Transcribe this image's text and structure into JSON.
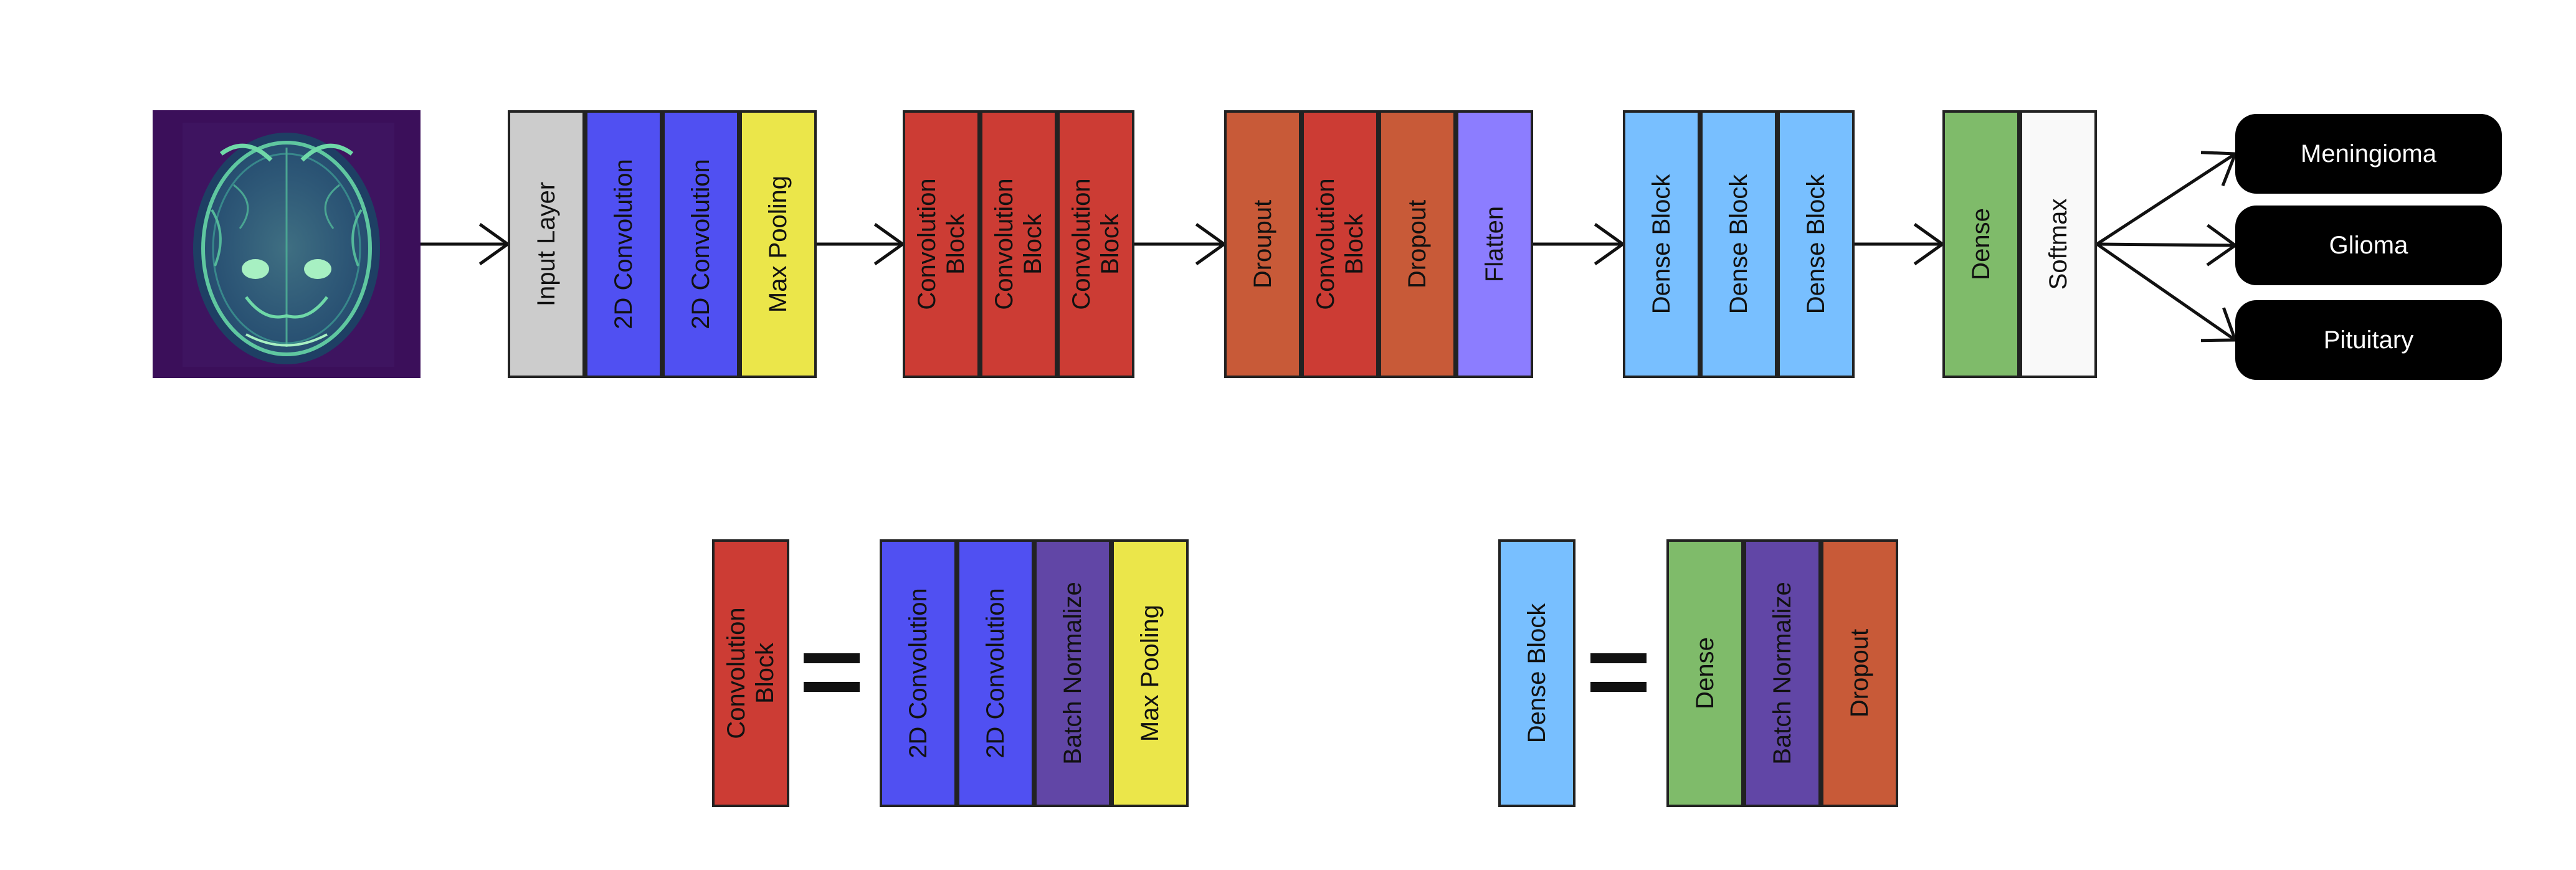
{
  "colors": {
    "input": "#cccccc",
    "conv2d": "#5050f2",
    "maxpool": "#ebe64a",
    "convblock": "#cc3c34",
    "dropout": "#c85a38",
    "flatten": "#8c7dff",
    "denseblock": "#78bfff",
    "dense": "#7fbb6a",
    "softmax": "#f9f9f9",
    "batchnorm": "#6146a6",
    "output_bg": "#000000",
    "mri_bg": "#3b0f5a"
  },
  "input_image": {
    "icon": "brain-mri-scan-image"
  },
  "stages": [
    {
      "name": "stage-1",
      "layers": [
        {
          "label": "Input Layer",
          "color_key": "input"
        },
        {
          "label": "2D Convolution",
          "color_key": "conv2d"
        },
        {
          "label": "2D Convolution",
          "color_key": "conv2d"
        },
        {
          "label": "Max Pooling",
          "color_key": "maxpool"
        }
      ]
    },
    {
      "name": "stage-2",
      "layers": [
        {
          "label": "Convolution\nBlock",
          "color_key": "convblock"
        },
        {
          "label": "Convolution\nBlock",
          "color_key": "convblock"
        },
        {
          "label": "Convolution\nBlock",
          "color_key": "convblock"
        }
      ]
    },
    {
      "name": "stage-3",
      "layers": [
        {
          "label": "Drouput",
          "color_key": "dropout"
        },
        {
          "label": "Convolution\nBlock",
          "color_key": "convblock"
        },
        {
          "label": "Dropout",
          "color_key": "dropout"
        },
        {
          "label": "Flatten",
          "color_key": "flatten"
        }
      ]
    },
    {
      "name": "stage-4",
      "layers": [
        {
          "label": "Dense Block",
          "color_key": "denseblock"
        },
        {
          "label": "Dense Block",
          "color_key": "denseblock"
        },
        {
          "label": "Dense Block",
          "color_key": "denseblock"
        }
      ]
    },
    {
      "name": "stage-5",
      "layers": [
        {
          "label": "Dense",
          "color_key": "dense"
        },
        {
          "label": "Softmax",
          "color_key": "softmax"
        }
      ]
    }
  ],
  "outputs": [
    "Meningioma",
    "Glioma",
    "Pituitary"
  ],
  "legend": [
    {
      "name": "conv-block-def",
      "term": {
        "label": "Convolution\nBlock",
        "color_key": "convblock"
      },
      "equals": "=",
      "parts": [
        {
          "label": "2D Convolution",
          "color_key": "conv2d"
        },
        {
          "label": "2D Convolution",
          "color_key": "conv2d"
        },
        {
          "label": "Batch Normalize",
          "color_key": "batchnorm"
        },
        {
          "label": "Max Pooling",
          "color_key": "maxpool"
        }
      ]
    },
    {
      "name": "dense-block-def",
      "term": {
        "label": "Dense Block",
        "color_key": "denseblock"
      },
      "equals": "=",
      "parts": [
        {
          "label": "Dense",
          "color_key": "dense"
        },
        {
          "label": "Batch Normalize",
          "color_key": "batchnorm"
        },
        {
          "label": "Dropout",
          "color_key": "dropout"
        }
      ]
    }
  ]
}
